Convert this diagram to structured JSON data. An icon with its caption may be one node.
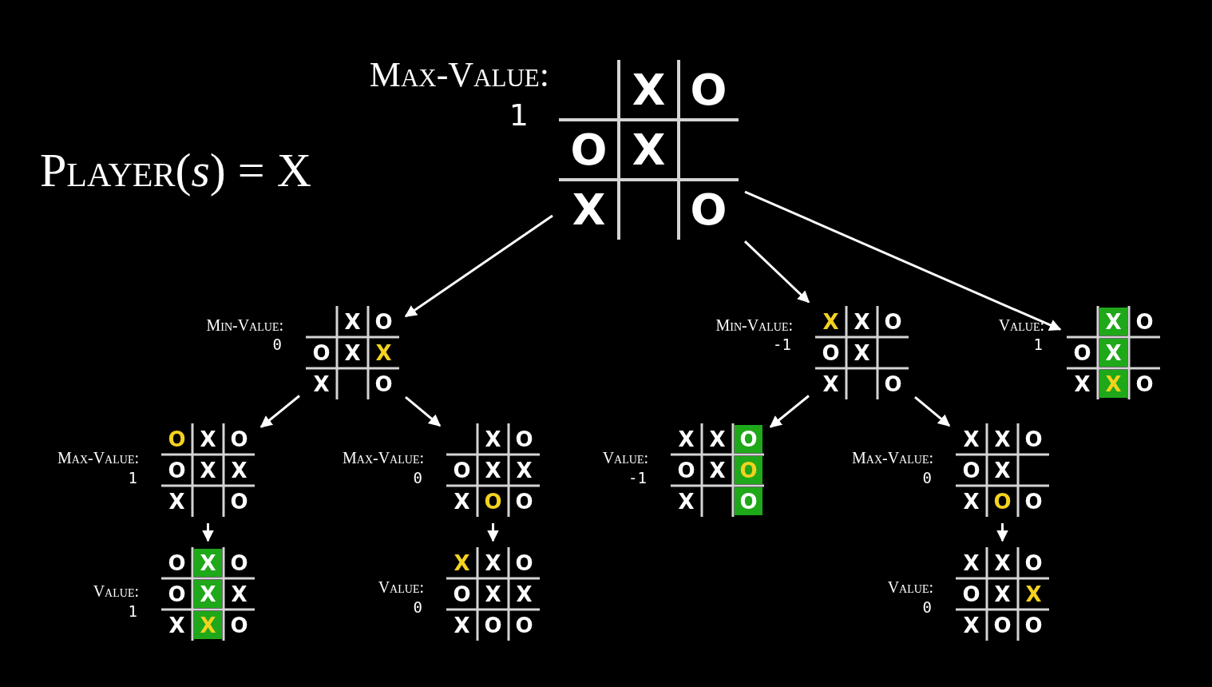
{
  "diagram": {
    "title": "Player(*s*) = X",
    "nodes": [
      {
        "text": [
          "X",
          "O",
          "O",
          "X",
          "X",
          "O"
        ],
        "beside": [
          "Max-Value:",
          "1"
        ]
      },
      {
        "text": [
          "X",
          "O",
          "O",
          "X",
          "X",
          "X",
          "O"
        ],
        "beside": [
          "Min-Value:",
          "0"
        ]
      },
      {
        "text": [
          "X",
          "X",
          "O",
          "O",
          "X",
          "X",
          "O"
        ],
        "beside": [
          "Min-Value:",
          "-1"
        ]
      },
      {
        "text": [
          "X",
          "O",
          "O",
          "X",
          "X",
          "X",
          "O"
        ],
        "beside": [
          "Value:",
          "1"
        ]
      },
      {
        "text": [
          "O",
          "X",
          "O",
          "O",
          "X",
          "X",
          "X",
          "O"
        ],
        "beside": [
          "Max-Value:",
          "1"
        ]
      },
      {
        "text": [
          "X",
          "O",
          "O",
          "X",
          "X",
          "X",
          "O",
          "O"
        ],
        "beside": [
          "Max-Value:",
          "0"
        ]
      },
      {
        "text": [
          "X",
          "X",
          "O",
          "O",
          "X",
          "O",
          "X",
          "O"
        ],
        "beside": [
          "Value:",
          "-1"
        ]
      },
      {
        "text": [
          "X",
          "X",
          "O",
          "O",
          "X",
          "X",
          "O",
          "O"
        ],
        "beside": [
          "Max-Value:",
          "0"
        ]
      },
      {
        "text": [
          "O",
          "X",
          "O",
          "O",
          "X",
          "X",
          "X",
          "X",
          "O"
        ],
        "beside": [
          "Value:",
          "1"
        ]
      },
      {
        "text": [
          "X",
          "X",
          "O",
          "O",
          "X",
          "X",
          "X",
          "O",
          "O"
        ],
        "beside": [
          "Value:",
          "0"
        ]
      },
      {
        "text": [
          "X",
          "X",
          "O",
          "O",
          "X",
          "X",
          "X",
          "O",
          "O"
        ],
        "beside": [
          "Value:",
          "0"
        ]
      }
    ],
    "edges": [
      {
        "from": 0,
        "to": 1,
        "arrow": "to"
      },
      {
        "from": 0,
        "to": 2,
        "arrow": "to"
      },
      {
        "from": 0,
        "to": 3,
        "arrow": "to"
      },
      {
        "from": 1,
        "to": 4,
        "arrow": "to"
      },
      {
        "from": 1,
        "to": 5,
        "arrow": "to"
      },
      {
        "from": 2,
        "to": 6,
        "arrow": "to"
      },
      {
        "from": 2,
        "to": 7,
        "arrow": "to"
      },
      {
        "from": 4,
        "to": 8,
        "arrow": "to"
      },
      {
        "from": 5,
        "to": 9,
        "arrow": "to"
      },
      {
        "from": 7,
        "to": 10,
        "arrow": "to"
      }
    ]
  }
}
